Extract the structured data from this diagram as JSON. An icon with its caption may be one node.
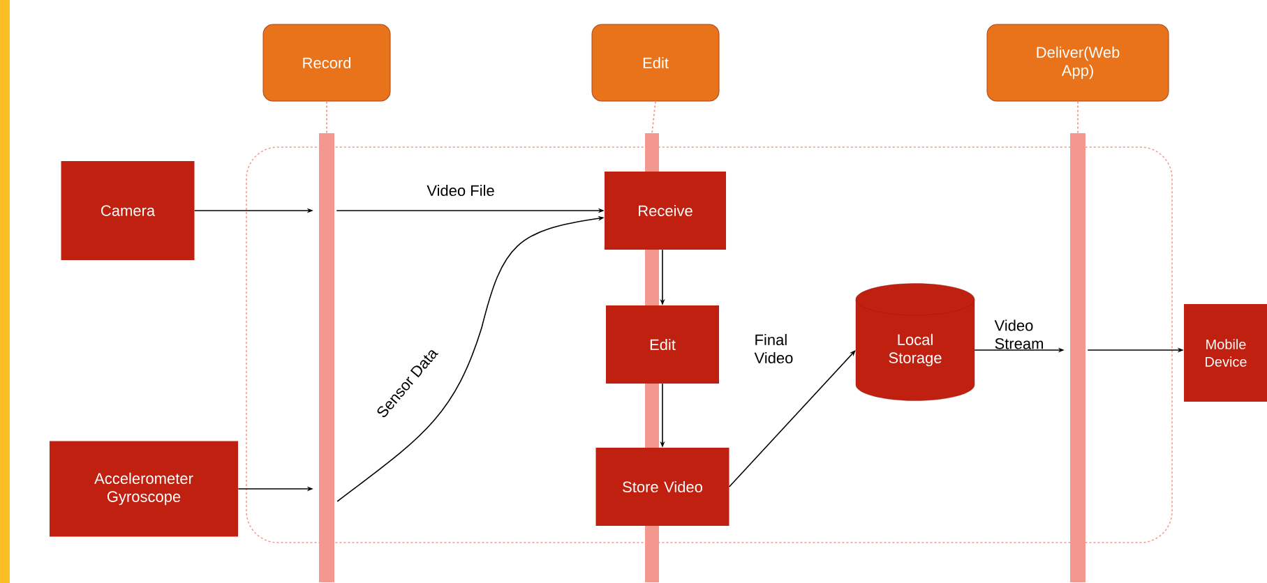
{
  "diagram": {
    "nodes": [
      {
        "text": [
          "Record"
        ]
      },
      {
        "text": [
          "Edit"
        ]
      },
      {
        "text": [
          "Deliver(Web App)"
        ]
      },
      {
        "text": [],
        "shape": "bar"
      },
      {
        "text": [],
        "shape": "bar"
      },
      {
        "text": [],
        "shape": "bar"
      },
      {
        "text": [
          "Camera"
        ]
      },
      {
        "text": [
          "Accelerometer Gyroscope"
        ]
      },
      {
        "text": [
          "Receive"
        ]
      },
      {
        "text": [
          "Edit"
        ]
      },
      {
        "text": [
          "Store Video"
        ]
      },
      {
        "text": [
          "Local Storage"
        ]
      },
      {
        "text": [
          "Mobile Device"
        ]
      }
    ],
    "edges": [
      {
        "from": 0,
        "to": 3,
        "arrow": "none",
        "style": "dashed",
        "color": "#f4978e"
      },
      {
        "from": 1,
        "to": 4,
        "arrow": "none",
        "style": "dashed",
        "color": "#f4978e"
      },
      {
        "from": 2,
        "to": 5,
        "arrow": "none",
        "style": "dashed",
        "color": "#f4978e"
      },
      {
        "from": 6,
        "to": 3,
        "arrow": "to"
      },
      {
        "from": 3,
        "to": 8,
        "arrow": "to",
        "label": "Video File"
      },
      {
        "from": 7,
        "to": 3,
        "arrow": "to"
      },
      {
        "from": 3,
        "to": 8,
        "arrow": "to",
        "label": "Sensor Data"
      },
      {
        "from": 8,
        "to": 9,
        "arrow": "to"
      },
      {
        "from": 9,
        "to": 10,
        "arrow": "to"
      },
      {
        "from": 10,
        "to": 11,
        "arrow": "to",
        "label": "Final Video"
      },
      {
        "from": 11,
        "to": 5,
        "arrow": "to",
        "label": "Video Stream"
      },
      {
        "from": 5,
        "to": 12,
        "arrow": "to"
      }
    ]
  }
}
